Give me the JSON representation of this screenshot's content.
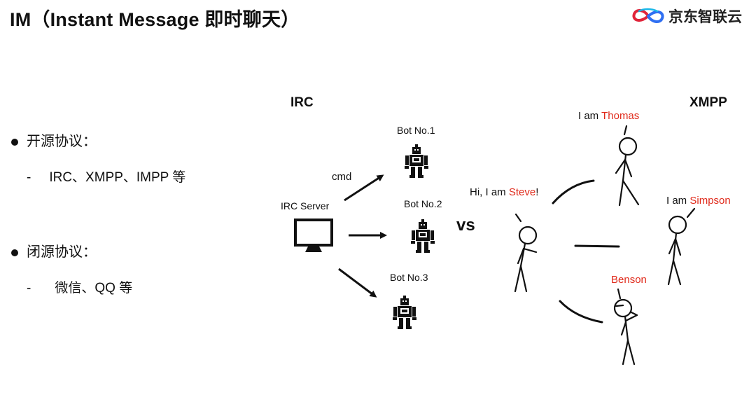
{
  "header": {
    "title": "IM（Instant Message 即时聊天）",
    "brand_name": "京东智联云",
    "brand_colors": [
      "#e0243a",
      "#2f6ff2",
      "#19b7e8"
    ]
  },
  "left": {
    "items": [
      {
        "heading": "开源协议：",
        "detail": "IRC、XMPP、IMPP 等"
      },
      {
        "heading": "闭源协议：",
        "detail": "微信、QQ 等"
      }
    ]
  },
  "irc": {
    "heading": "IRC",
    "server_label": "IRC Server",
    "arrow_label": "cmd",
    "bots": [
      "Bot No.1",
      "Bot No.2",
      "Bot No.3"
    ]
  },
  "vs_label": "vs",
  "xmpp": {
    "heading": "XMPP",
    "speech_prefix": "I am",
    "steve": {
      "lead": "Hi, I am",
      "name": "Steve",
      "tail": "!"
    },
    "thomas": "Thomas",
    "simpson": "Simpson",
    "benson": "Benson"
  },
  "colors": {
    "highlight": "#e02a1b",
    "ink": "#111111"
  }
}
